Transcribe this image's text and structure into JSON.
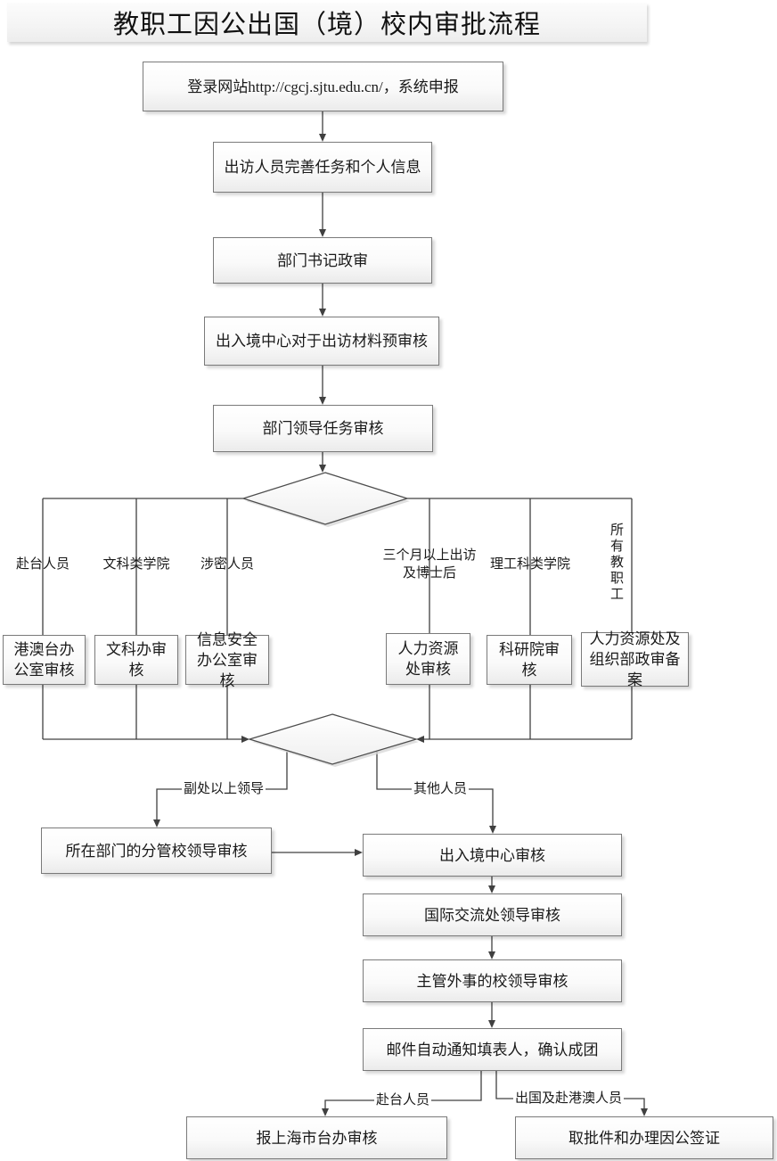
{
  "title": "教职工因公出国（境）校内审批流程",
  "nodes": {
    "login": "登录网站http://cgcj.sjtu.edu.cn/，系统申报",
    "complete_info": "出访人员完善任务和个人信息",
    "dept_secretary": "部门书记政审",
    "entry_exit_precheck": "出入境中心对于出访材料预审核",
    "dept_leader": "部门领导任务审核",
    "hmt_office": "港澳台办公室审核",
    "liberal_arts_office": "文科办审核",
    "info_security_office": "信息安全办公室审核",
    "hr_office": "人力资源处审核",
    "research_institute": "科研院审核",
    "hr_org_filing": "人力资源处及组织部政审备案",
    "dept_school_leader": "所在部门的分管校领导审核",
    "entry_exit_review": "出入境中心审核",
    "intl_affairs_leader": "国际交流处领导审核",
    "foreign_affairs_school_leader": "主管外事的校领导审核",
    "email_confirm": "邮件自动通知填表人，确认成团",
    "shanghai_taiban": "报上海市台办审核",
    "visa_pickup": "取批件和办理因公签证"
  },
  "branch_labels": {
    "to_taiwan": "赴台人员",
    "liberal_colleges": "文科类学院",
    "classified_personnel": "涉密人员",
    "over_three_months": "三个月以上出访\n及博士后",
    "stem_colleges": "理工科类学院",
    "all_staff": "所有教职工",
    "deputy_division_leader": "副处以上领导",
    "other_personnel": "其他人员",
    "to_taiwan_final": "赴台人员",
    "abroad_hk_macau": "出国及赴港澳人员"
  },
  "colors": {
    "line": "#404040",
    "box_border": "#7a7a7a",
    "box_fill_top": "#ffffff",
    "box_fill_bottom": "#ebebeb",
    "background": "#ffffff"
  }
}
